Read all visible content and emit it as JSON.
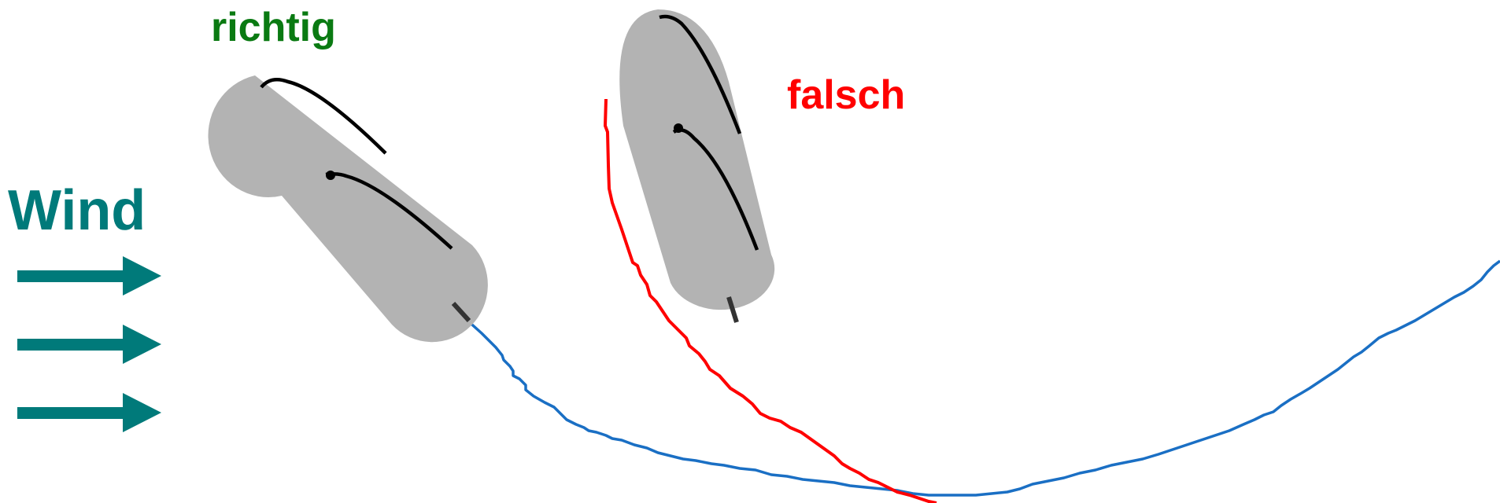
{
  "labels": {
    "correct": "richtig",
    "wrong": "falsch",
    "wind": "Wind"
  },
  "colors": {
    "correct_label": "#0a7a12",
    "wrong_label": "#ff0000",
    "wind": "#007a7a",
    "hull": "#b3b3b3",
    "sail": "#000000",
    "rudder": "#333333",
    "track_correct": "#1a6fc4",
    "track_wrong": "#ff0000"
  },
  "wind": {
    "arrow_count": 3,
    "direction": "left-to-right"
  },
  "boats": [
    {
      "name": "boat-correct",
      "caption_key": "correct"
    },
    {
      "name": "boat-wrong",
      "caption_key": "wrong"
    }
  ]
}
